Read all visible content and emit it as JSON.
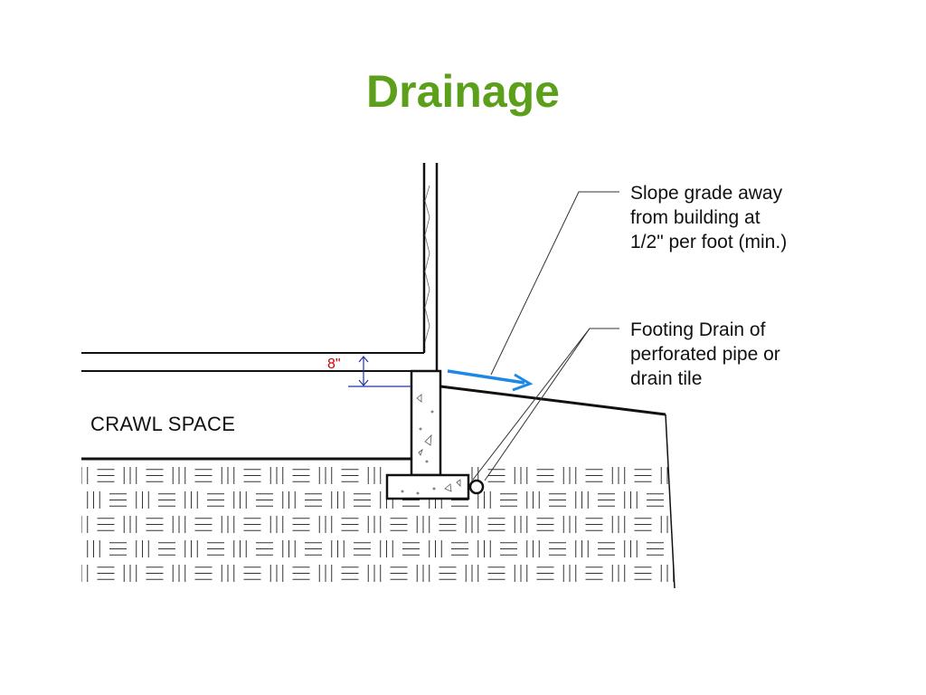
{
  "title": "Drainage",
  "diagram": {
    "space_label": "CRAWL SPACE",
    "clearance_dimension": "8\"",
    "callouts": [
      {
        "lines": [
          "Slope grade away",
          "from building at",
          "1/2\" per foot (min.)"
        ]
      },
      {
        "lines": [
          "Footing  Drain of",
          "perforated pipe or",
          "drain tile"
        ]
      }
    ]
  },
  "colors": {
    "title": "#5b9f1a",
    "slope_arrow": "#1e88e5",
    "dimension": "#cc0000",
    "dimension_lines": "#2233aa",
    "lines": "#111111"
  }
}
